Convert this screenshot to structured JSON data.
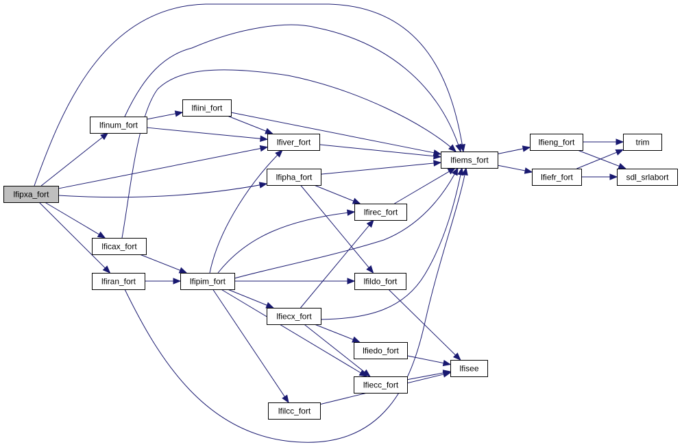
{
  "title": "Call graph for lfipxa_fort",
  "colors": {
    "edge": "#191970",
    "root_fill": "#bfbfbf",
    "node_fill": "#ffffff",
    "border": "#000000"
  },
  "nodes": [
    {
      "id": "lfipxa_fort",
      "label": "lfipxa_fort",
      "root": true
    },
    {
      "id": "lfinum_fort",
      "label": "lfinum_fort"
    },
    {
      "id": "lficax_fort",
      "label": "lficax_fort"
    },
    {
      "id": "lfiran_fort",
      "label": "lfiran_fort"
    },
    {
      "id": "lfiini_fort",
      "label": "lfiini_fort"
    },
    {
      "id": "lfiver_fort",
      "label": "lfiver_fort"
    },
    {
      "id": "lfipha_fort",
      "label": "lfipha_fort"
    },
    {
      "id": "lfipim_fort",
      "label": "lfipim_fort"
    },
    {
      "id": "lfiecx_fort",
      "label": "lfiecx_fort"
    },
    {
      "id": "lfilcc_fort",
      "label": "lfilcc_fort"
    },
    {
      "id": "lfirec_fort",
      "label": "lfirec_fort"
    },
    {
      "id": "lfildo_fort",
      "label": "lfildo_fort"
    },
    {
      "id": "lfiedo_fort",
      "label": "lfiedo_fort"
    },
    {
      "id": "lfiecc_fort",
      "label": "lfiecc_fort"
    },
    {
      "id": "lfiems_fort",
      "label": "lfiems_fort"
    },
    {
      "id": "lfisee",
      "label": "lfisee"
    },
    {
      "id": "lfieng_fort",
      "label": "lfieng_fort"
    },
    {
      "id": "lfiefr_fort",
      "label": "lfiefr_fort"
    },
    {
      "id": "trim",
      "label": "trim"
    },
    {
      "id": "sdl_srlabort",
      "label": "sdl_srlabort"
    }
  ],
  "edges": [
    [
      "lfipxa_fort",
      "lfinum_fort"
    ],
    [
      "lfipxa_fort",
      "lficax_fort"
    ],
    [
      "lfipxa_fort",
      "lfiran_fort"
    ],
    [
      "lfipxa_fort",
      "lfiver_fort"
    ],
    [
      "lfipxa_fort",
      "lfipha_fort"
    ],
    [
      "lfipxa_fort",
      "lfiems_fort"
    ],
    [
      "lfinum_fort",
      "lfiini_fort"
    ],
    [
      "lfinum_fort",
      "lfiver_fort"
    ],
    [
      "lfinum_fort",
      "lfiems_fort"
    ],
    [
      "lfiini_fort",
      "lfiver_fort"
    ],
    [
      "lfiini_fort",
      "lfiems_fort"
    ],
    [
      "lficax_fort",
      "lfipim_fort"
    ],
    [
      "lficax_fort",
      "lfiems_fort"
    ],
    [
      "lfiran_fort",
      "lfipim_fort"
    ],
    [
      "lfiran_fort",
      "lfiems_fort"
    ],
    [
      "lfiver_fort",
      "lfiems_fort"
    ],
    [
      "lfipha_fort",
      "lfiems_fort"
    ],
    [
      "lfipha_fort",
      "lfirec_fort"
    ],
    [
      "lfipha_fort",
      "lfildo_fort"
    ],
    [
      "lfipim_fort",
      "lfiver_fort"
    ],
    [
      "lfipim_fort",
      "lfirec_fort"
    ],
    [
      "lfipim_fort",
      "lfiems_fort"
    ],
    [
      "lfipim_fort",
      "lfildo_fort"
    ],
    [
      "lfipim_fort",
      "lfiecx_fort"
    ],
    [
      "lfipim_fort",
      "lfiecc_fort"
    ],
    [
      "lfipim_fort",
      "lfilcc_fort"
    ],
    [
      "lfiecx_fort",
      "lfirec_fort"
    ],
    [
      "lfiecx_fort",
      "lfiems_fort"
    ],
    [
      "lfiecx_fort",
      "lfiedo_fort"
    ],
    [
      "lfiecx_fort",
      "lfiecc_fort"
    ],
    [
      "lfirec_fort",
      "lfiems_fort"
    ],
    [
      "lfildo_fort",
      "lfisee"
    ],
    [
      "lfiedo_fort",
      "lfisee"
    ],
    [
      "lfiecc_fort",
      "lfisee"
    ],
    [
      "lfilcc_fort",
      "lfisee"
    ],
    [
      "lfiems_fort",
      "lfieng_fort"
    ],
    [
      "lfiems_fort",
      "lfiefr_fort"
    ],
    [
      "lfieng_fort",
      "trim"
    ],
    [
      "lfieng_fort",
      "sdl_srlabort"
    ],
    [
      "lfiefr_fort",
      "trim"
    ],
    [
      "lfiefr_fort",
      "sdl_srlabort"
    ]
  ]
}
